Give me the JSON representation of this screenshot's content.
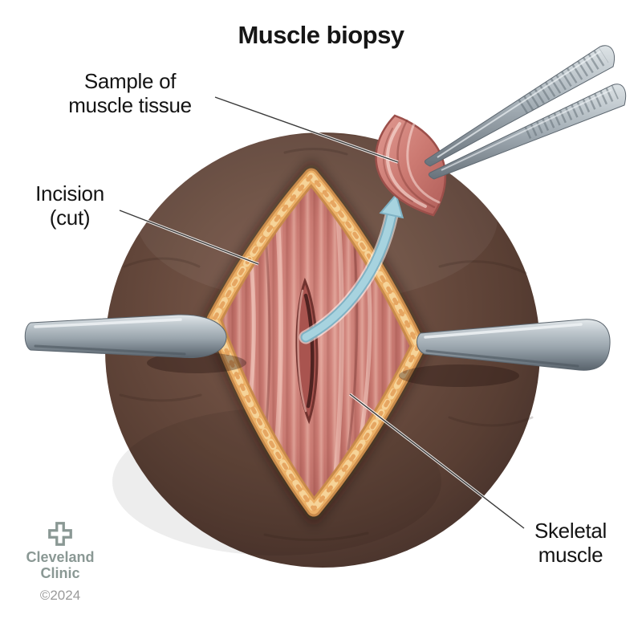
{
  "title": "Muscle biopsy",
  "labels": {
    "sample": {
      "line1": "Sample of",
      "line2": "muscle tissue"
    },
    "incision": {
      "line1": "Incision",
      "line2": "(cut)"
    },
    "skeletal": {
      "line1": "Skeletal",
      "line2": "muscle"
    }
  },
  "footer": {
    "brand_line1": "Cleveland",
    "brand_line2": "Clinic",
    "copyright": "©2024"
  },
  "colors": {
    "background": "#ffffff",
    "text": "#161616",
    "brand_gray": "#8a9894",
    "copyright_gray": "#9a9a9a",
    "skin_brown": "#6b4d40",
    "skin_edge_dark": "#44302a",
    "muscle_pink": "#c97971",
    "fat_border_orange": "#ecb067",
    "instrument_gray": "#9aa5ad",
    "arrow_blue": "#a7d3df"
  }
}
